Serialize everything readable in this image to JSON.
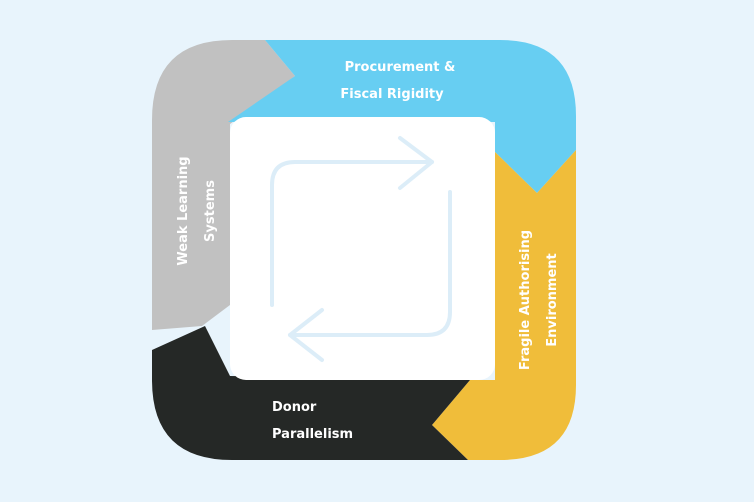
{
  "colors": {
    "background": "#e8f4fc",
    "top": "#67cef2",
    "right": "#f0bd3a",
    "bottom": "#252826",
    "left": "#c1c1c1",
    "center": "#ffffff",
    "center_icon": "#dcedf8"
  },
  "segments": {
    "top": {
      "line1": "Procurement &",
      "line2": "Fiscal Rigidity"
    },
    "right": {
      "line1": "Fragile Authorising",
      "line2": "Environment"
    },
    "bottom": {
      "line1": "Donor",
      "line2": "Parallelism"
    },
    "left": {
      "line1": "Weak Learning",
      "line2": "Systems"
    }
  },
  "center": {
    "icon": "cycle-arrows-icon"
  }
}
